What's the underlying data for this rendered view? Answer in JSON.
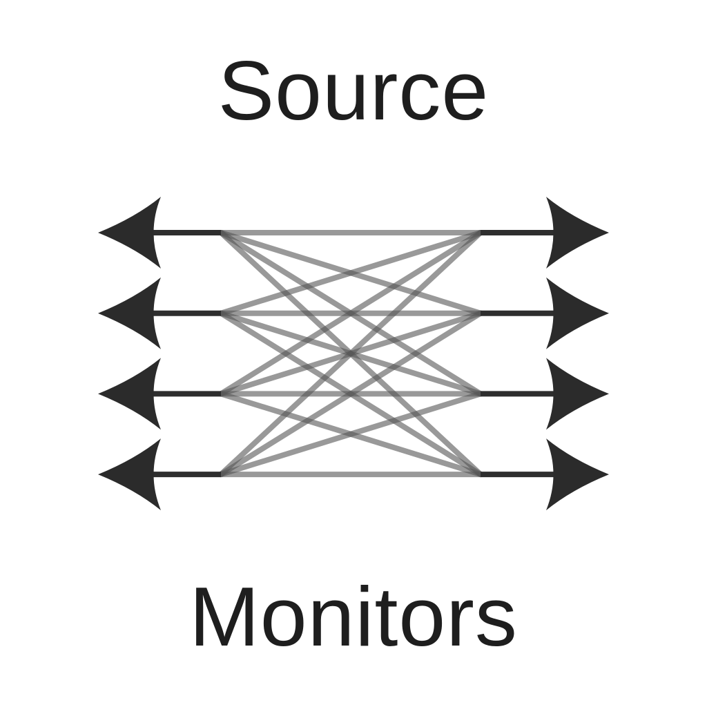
{
  "diagram": {
    "top_label": "Source",
    "bottom_label": "Monitors",
    "channel_count": 4,
    "colors": {
      "text": "#1e1e1e",
      "arrow": "#2b2b2b",
      "main_line": "#2e2e2e",
      "cross_line": "#555555"
    }
  }
}
